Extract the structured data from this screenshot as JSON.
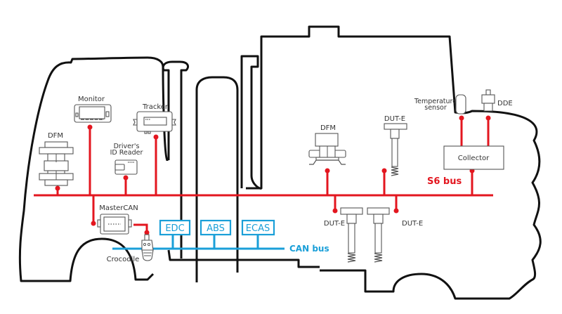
{
  "diagram": {
    "title": "Vehicle telematics connection diagram",
    "colors": {
      "s6_bus": "#e3161f",
      "can_bus": "#1a9fd8",
      "outline": "#111111",
      "device": "#555555"
    },
    "buses": {
      "s6": {
        "label": "S6 bus"
      },
      "can": {
        "label": "CAN bus"
      }
    },
    "devices": {
      "dfm_cab": {
        "label": "DFM",
        "icon": "flow-meter-icon"
      },
      "monitor": {
        "label": "Monitor",
        "icon": "monitor-icon"
      },
      "id_reader": {
        "label_line1": "Driver's",
        "label_line2": "ID Reader",
        "icon": "card-reader-icon"
      },
      "tracker": {
        "label": "Tracker",
        "icon": "tracker-icon"
      },
      "dfm_tank": {
        "label": "DFM",
        "icon": "flow-meter-icon"
      },
      "dut_e_top": {
        "label": "DUT-E",
        "icon": "fuel-level-sensor-icon"
      },
      "temp_sensor": {
        "label_line1": "Temperature",
        "label_line2": "sensor",
        "icon": "temperature-sensor-icon"
      },
      "dde": {
        "label": "DDE",
        "icon": "dde-sensor-icon"
      },
      "collector": {
        "label": "Collector"
      },
      "mastercan": {
        "label": "MasterCAN",
        "icon": "mastercan-icon"
      },
      "crocodile": {
        "label": "Crocodile",
        "icon": "crocodile-icon"
      },
      "dut_e_left": {
        "label": "DUT-E",
        "icon": "fuel-level-sensor-icon"
      },
      "dut_e_right": {
        "label": "DUT-E",
        "icon": "fuel-level-sensor-icon"
      }
    },
    "ecus": [
      {
        "label": "EDC"
      },
      {
        "label": "ABS"
      },
      {
        "label": "ECAS"
      }
    ]
  }
}
